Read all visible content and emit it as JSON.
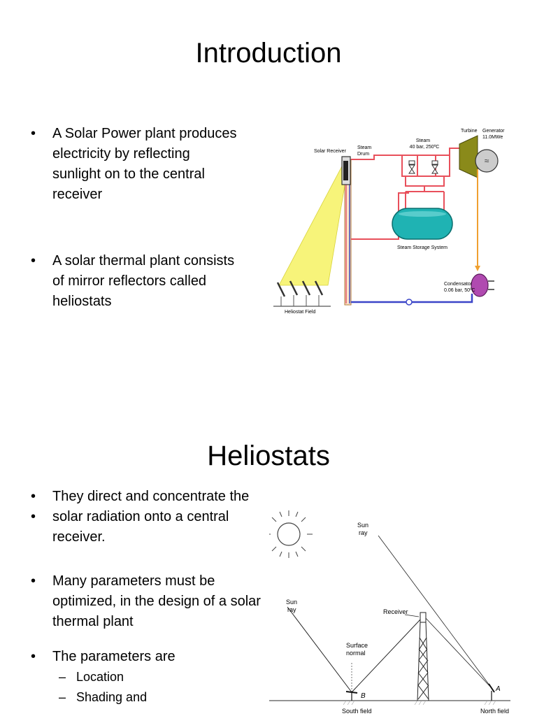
{
  "slide1": {
    "title": "Introduction",
    "bullets": [
      [
        "A Solar Power plant produces",
        "electricity by reflecting",
        "sunlight  on to the central",
        "receiver"
      ],
      [
        "A solar thermal plant consists",
        "of mirror reflectors called",
        "heliostats"
      ]
    ],
    "diagram": {
      "solar_receiver": "Solar Receiver",
      "steam_drum": [
        "Steam",
        "Drum"
      ],
      "steam": [
        "Steam",
        "40 bar, 250ºC"
      ],
      "turbine": "Turbine",
      "generator": [
        "Generator",
        "11.0MWe"
      ],
      "storage": "Steam Storage System",
      "condensator": [
        "Condensator",
        "0.06 bar, 50ºC"
      ],
      "field": "Heliostat Field"
    }
  },
  "slide2": {
    "title": "Heliostats",
    "bullets": [
      [
        "They direct and concentrate the"
      ],
      [
        "solar radiation onto a central",
        "receiver."
      ],
      [
        "Many parameters must be",
        "optimized, in the design of a solar",
        "thermal plant"
      ],
      [
        "The parameters are"
      ]
    ],
    "sub_bullets": [
      "Location",
      "Shading and"
    ],
    "diagram": {
      "sun_ray_top": [
        "Sun",
        "ray"
      ],
      "sun_ray_left": [
        "Sun",
        "ray"
      ],
      "receiver": "Receiver",
      "surface_normal": [
        "Surface",
        "normal"
      ],
      "point_b": "B",
      "point_a": "A",
      "south_field": "South field",
      "north_field": "North field"
    }
  }
}
